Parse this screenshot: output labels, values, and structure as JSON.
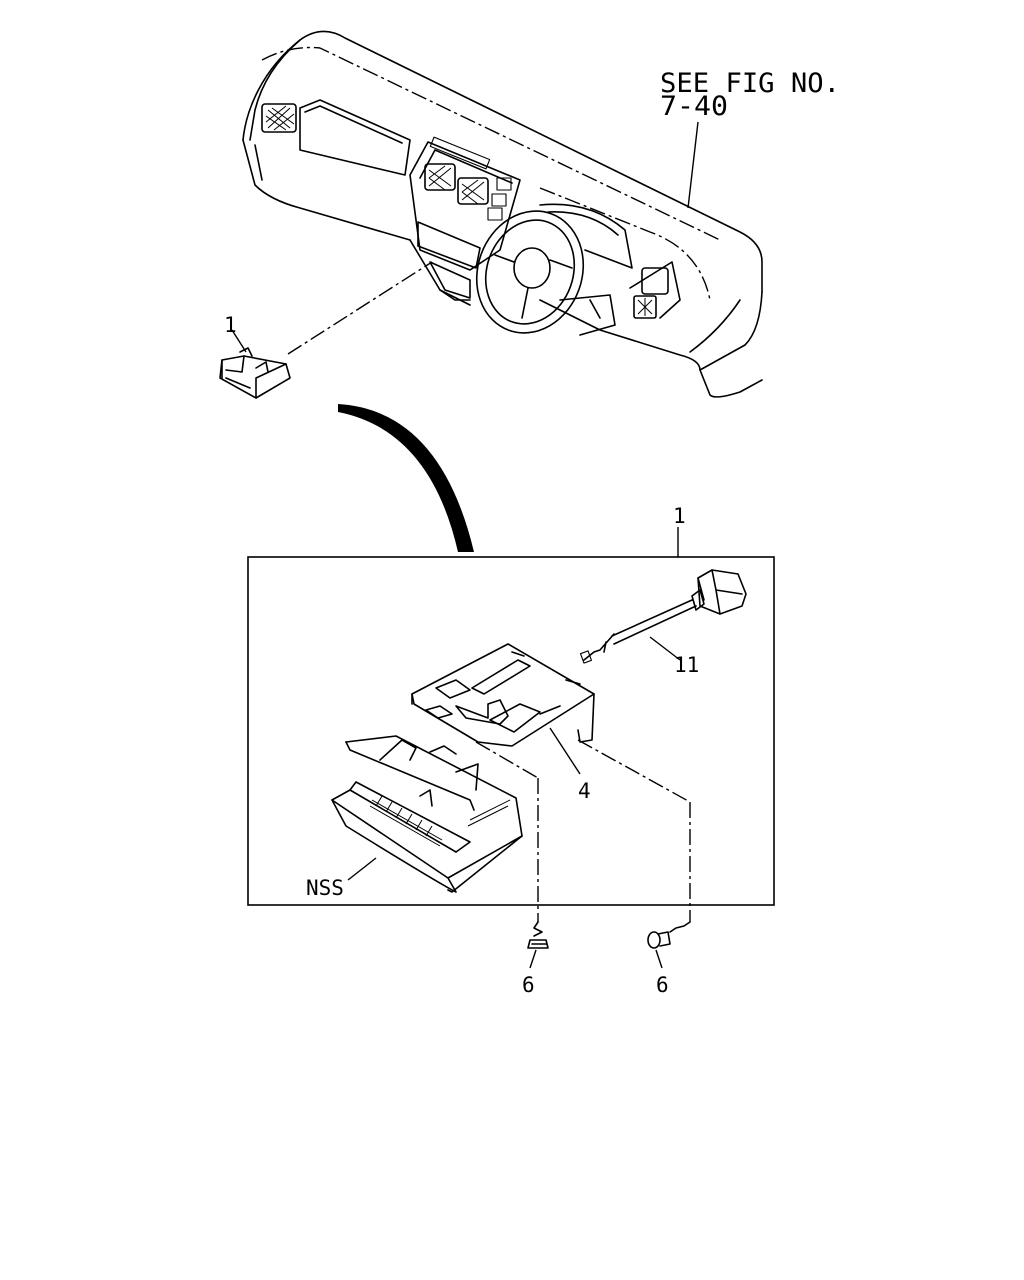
{
  "reference": {
    "line1": "SEE FIG NO.",
    "line2": "7-40"
  },
  "callouts": {
    "dash_unit": "1",
    "assembly": "1",
    "cable": "11",
    "bracket": "4",
    "glove_box": "NSS",
    "screw_left": "6",
    "screw_right": "6"
  }
}
